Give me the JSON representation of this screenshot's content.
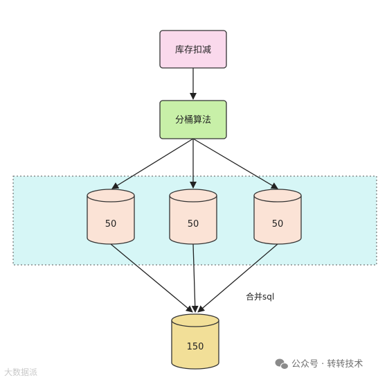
{
  "nodes": {
    "stock_deduct": "库存扣减",
    "bucket_algo": "分桶算法",
    "bucket_1": "50",
    "bucket_2": "50",
    "bucket_3": "50",
    "total": "150"
  },
  "edge_label": "合并sql",
  "watermark": {
    "left": "大数据派",
    "right": "公众号 · 转转技术"
  },
  "colors": {
    "stock_fill": "#fad9ec",
    "algo_fill": "#c8f0a8",
    "bucket_fill": "#fbe3d6",
    "total_fill": "#f2df98",
    "group_fill": "#d6f6f6",
    "stroke": "#333333"
  },
  "icons": [
    "wechat-icon"
  ]
}
